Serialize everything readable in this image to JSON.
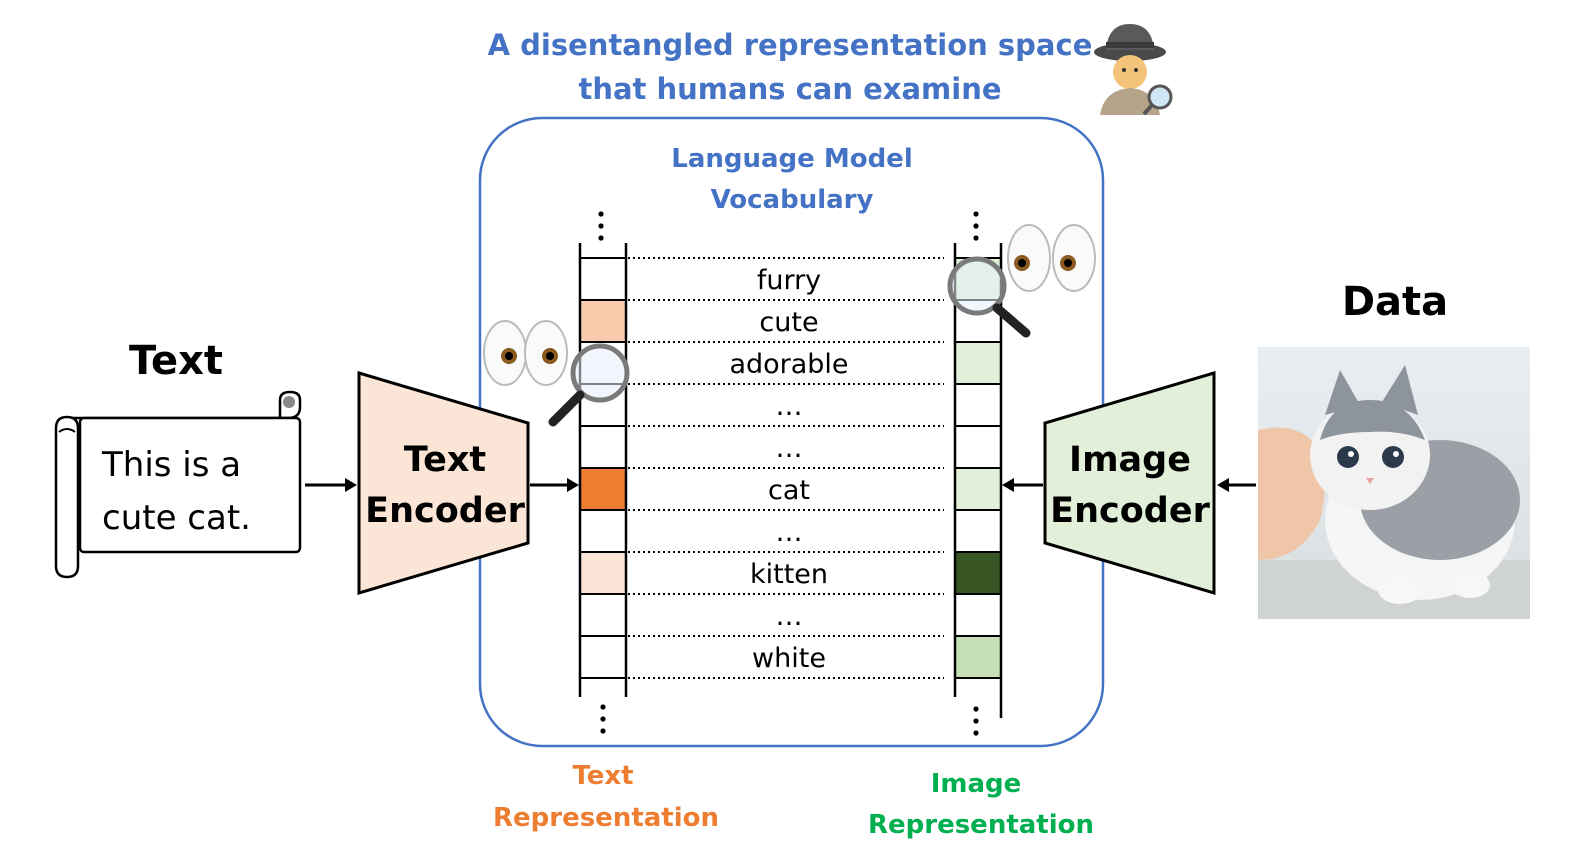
{
  "header": {
    "title_line1": "A disentangled representation space",
    "title_line2": "that humans can examine"
  },
  "box": {
    "title_line1": "Language Model",
    "title_line2": "Vocabulary"
  },
  "left": {
    "heading": "Text",
    "scroll_line1": "This is a",
    "scroll_line2": "cute cat.",
    "encoder_line1": "Text",
    "encoder_line2": "Encoder"
  },
  "right": {
    "heading": "Data",
    "encoder_line1": "Image",
    "encoder_line2": "Encoder",
    "image_subject": "kitten photo"
  },
  "vocab_rows": [
    {
      "word": "furry",
      "text_color": "#ffffff",
      "image_color": "#dff0d8"
    },
    {
      "word": "cute",
      "text_color": "#f8cbad",
      "image_color": "#ffffff"
    },
    {
      "word": "adorable",
      "text_color": "#ffffff",
      "image_color": "#e2f0d9"
    },
    {
      "word": "…",
      "text_color": "#ffffff",
      "image_color": "#ffffff"
    },
    {
      "word": "…",
      "text_color": "#ffffff",
      "image_color": "#ffffff"
    },
    {
      "word": "cat",
      "text_color": "#ed7d31",
      "image_color": "#e2f0d9"
    },
    {
      "word": "…",
      "text_color": "#ffffff",
      "image_color": "#ffffff"
    },
    {
      "word": "kitten",
      "text_color": "#fbe5d6",
      "image_color": "#375623"
    },
    {
      "word": "…",
      "text_color": "#ffffff",
      "image_color": "#ffffff"
    },
    {
      "word": "white",
      "text_color": "#ffffff",
      "image_color": "#c5e0b4"
    }
  ],
  "labels": {
    "text_rep_line1": "Text",
    "text_rep_line2": "Representation",
    "image_rep_line1": "Image",
    "image_rep_line2": "Representation"
  },
  "icons": [
    "detective-icon",
    "eyes-icon",
    "magnifier-icon",
    "scroll-icon",
    "arrow-icon"
  ],
  "colors": {
    "blue": "#4472c4",
    "orange": "#ed7d31",
    "green": "#00b050",
    "text_encoder_fill": "#fbe5d6",
    "image_encoder_fill": "#e2f0d9"
  }
}
